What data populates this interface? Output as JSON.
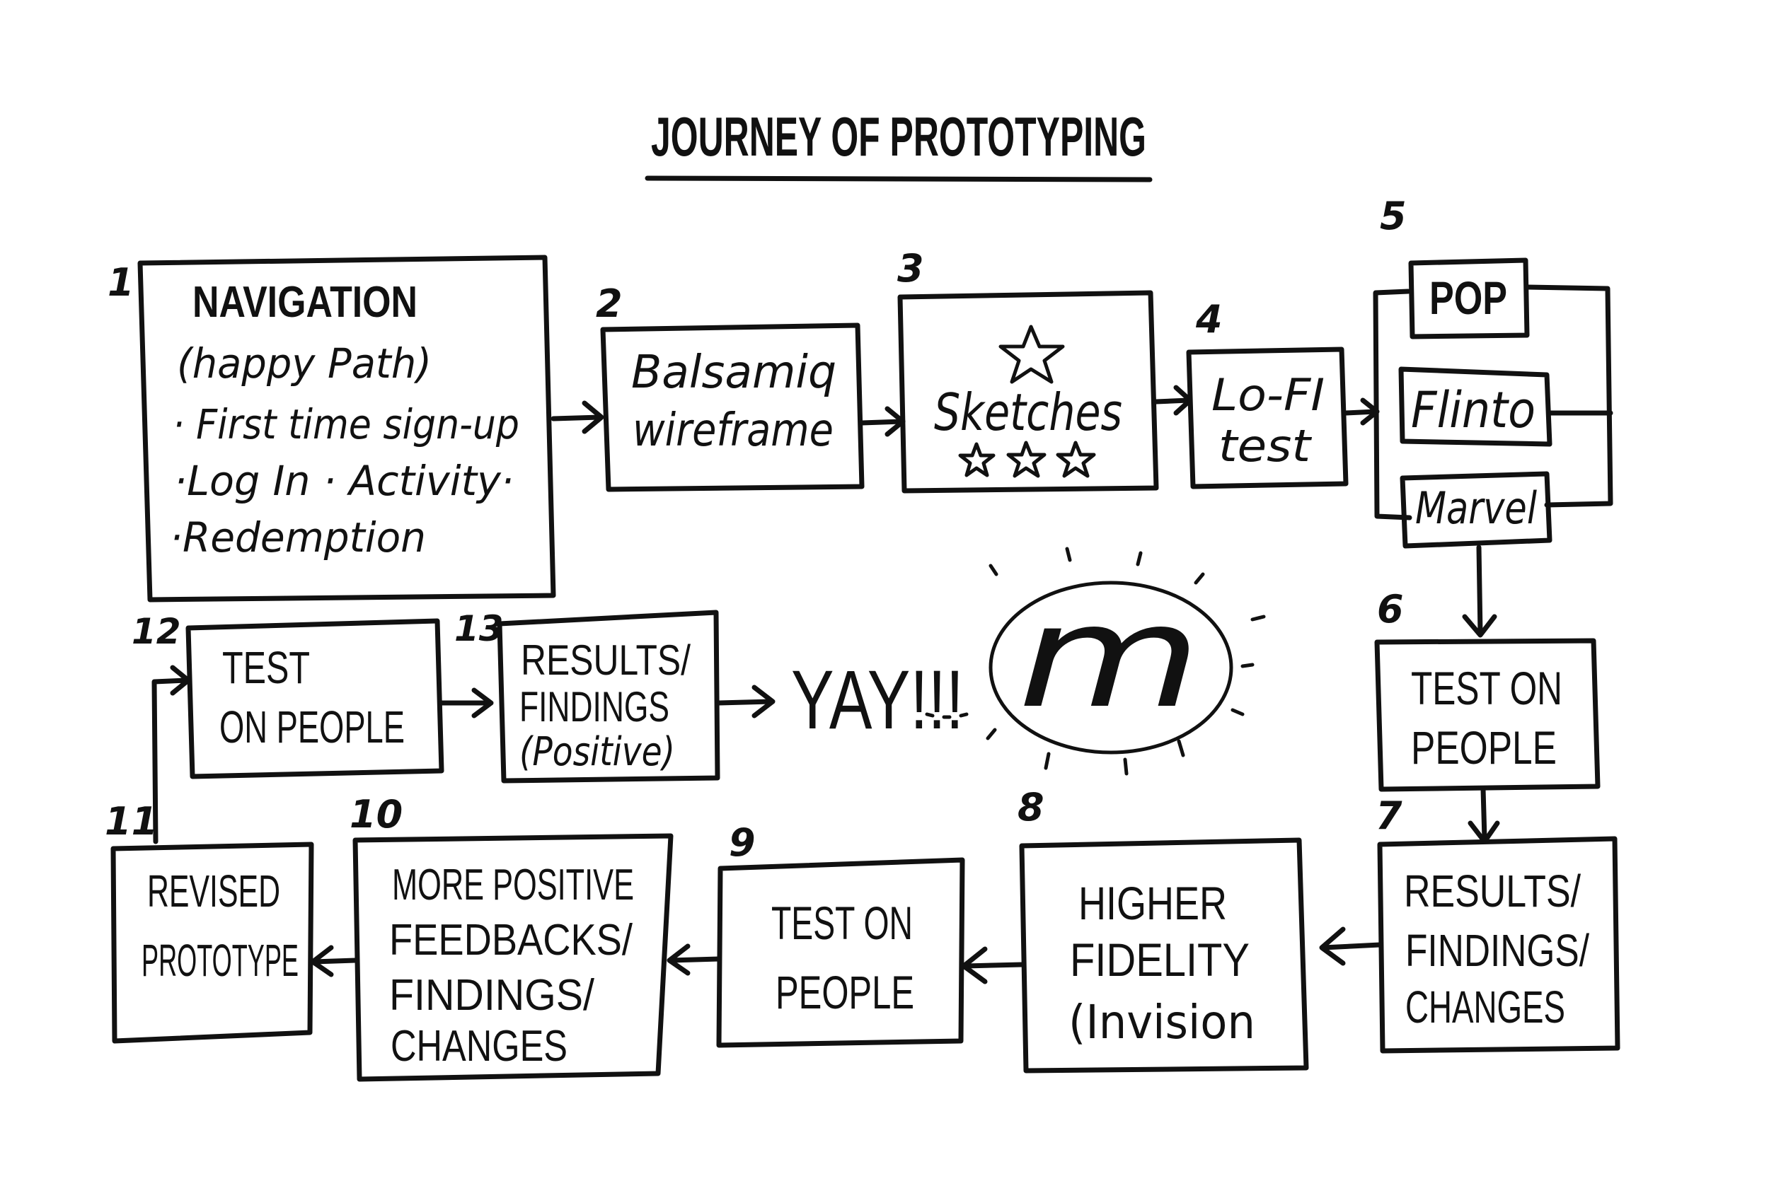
{
  "title": "JOURNEY OF PROTOTYPING",
  "steps": {
    "s1": {
      "num": "1",
      "lines": [
        "NAVIGATION",
        "(happy Path)",
        "· First time sign-up",
        "·Log In · Activity·",
        "·Redemption"
      ]
    },
    "s2": {
      "num": "2",
      "lines": [
        "Balsamiq",
        "wireframe"
      ]
    },
    "s3": {
      "num": "3",
      "lines": [
        "Sketches"
      ]
    },
    "s4": {
      "num": "4",
      "lines": [
        "Lo-FI",
        "test"
      ]
    },
    "s5": {
      "num": "5",
      "tools": [
        "POP",
        "Flinto",
        "Marvel"
      ]
    },
    "s6": {
      "num": "6",
      "lines": [
        "TEST ON",
        "PEOPLE"
      ]
    },
    "s7": {
      "num": "7",
      "lines": [
        "RESULTS/",
        "FINDINGS/",
        "CHANGES"
      ]
    },
    "s8": {
      "num": "8",
      "lines": [
        "HIGHER",
        "FIDELITY",
        "(Invision"
      ]
    },
    "s9": {
      "num": "9",
      "lines": [
        "TEST ON",
        "PEOPLE"
      ]
    },
    "s10": {
      "num": "10",
      "lines": [
        "MORE POSITIVE",
        "FEEDBACKS/",
        "FINDINGS/",
        "CHANGES"
      ]
    },
    "s11": {
      "num": "11",
      "lines": [
        "REVISED",
        "PROTOTYPE"
      ]
    },
    "s12": {
      "num": "12",
      "lines": [
        "TEST",
        "ON PEOPLE"
      ]
    },
    "s13": {
      "num": "13",
      "lines": [
        "RESULTS/",
        "FINDINGS",
        "(Positive)"
      ]
    }
  },
  "yay": "YAY!!!",
  "logo_text": "m"
}
